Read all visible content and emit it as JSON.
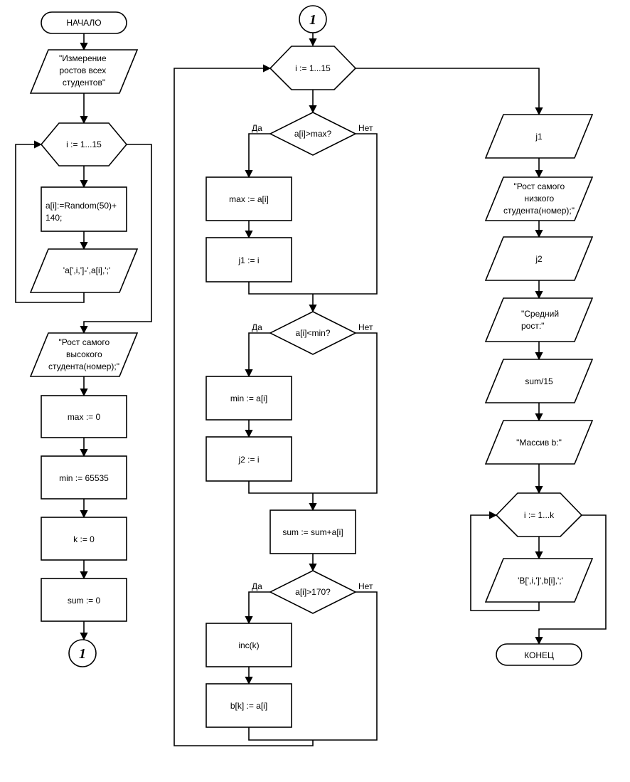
{
  "col1": {
    "start": "НАЧАЛО",
    "title": [
      "\"Измерение",
      "ростов всех",
      "студентов\""
    ],
    "loop1": "i := 1...15",
    "assign_random": [
      "a[i]:=Random(50)+",
      "140;"
    ],
    "print_a": "'a[',i,']-',a[i],';'",
    "msg_max": [
      "\"Рост самого",
      "высокого",
      "студента(номер);\""
    ],
    "max0": "max := 0",
    "min0": "min := 65535",
    "k0": "k := 0",
    "sum0": "sum := 0",
    "connector": "1"
  },
  "col2": {
    "connector": "1",
    "loop2": "i := 1...15",
    "cond1": "a[i]>max?",
    "cond2": "a[i]<min?",
    "cond3": "a[i]>170?",
    "yes": "Да",
    "no": "Нет",
    "set_max": "max := a[i]",
    "set_j1": "j1 := i",
    "set_min": "min := a[i]",
    "set_j2": "j2 := i",
    "sum_add": "sum := sum+a[i]",
    "inc_k": "inc(k)",
    "set_b": "b[k] := a[i]"
  },
  "col3": {
    "out_j1": "j1",
    "msg_min": [
      "\"Рост самого",
      "низкого",
      "студента(номер);\""
    ],
    "out_j2": "j2",
    "msg_avg": [
      "\"Средний",
      "рост:\""
    ],
    "out_avg": "sum/15",
    "msg_b": "\"Массив b:\"",
    "loop3": "i := 1...k",
    "print_b": "'B[',i,']',b[i],';'",
    "end": "КОНЕЦ"
  }
}
